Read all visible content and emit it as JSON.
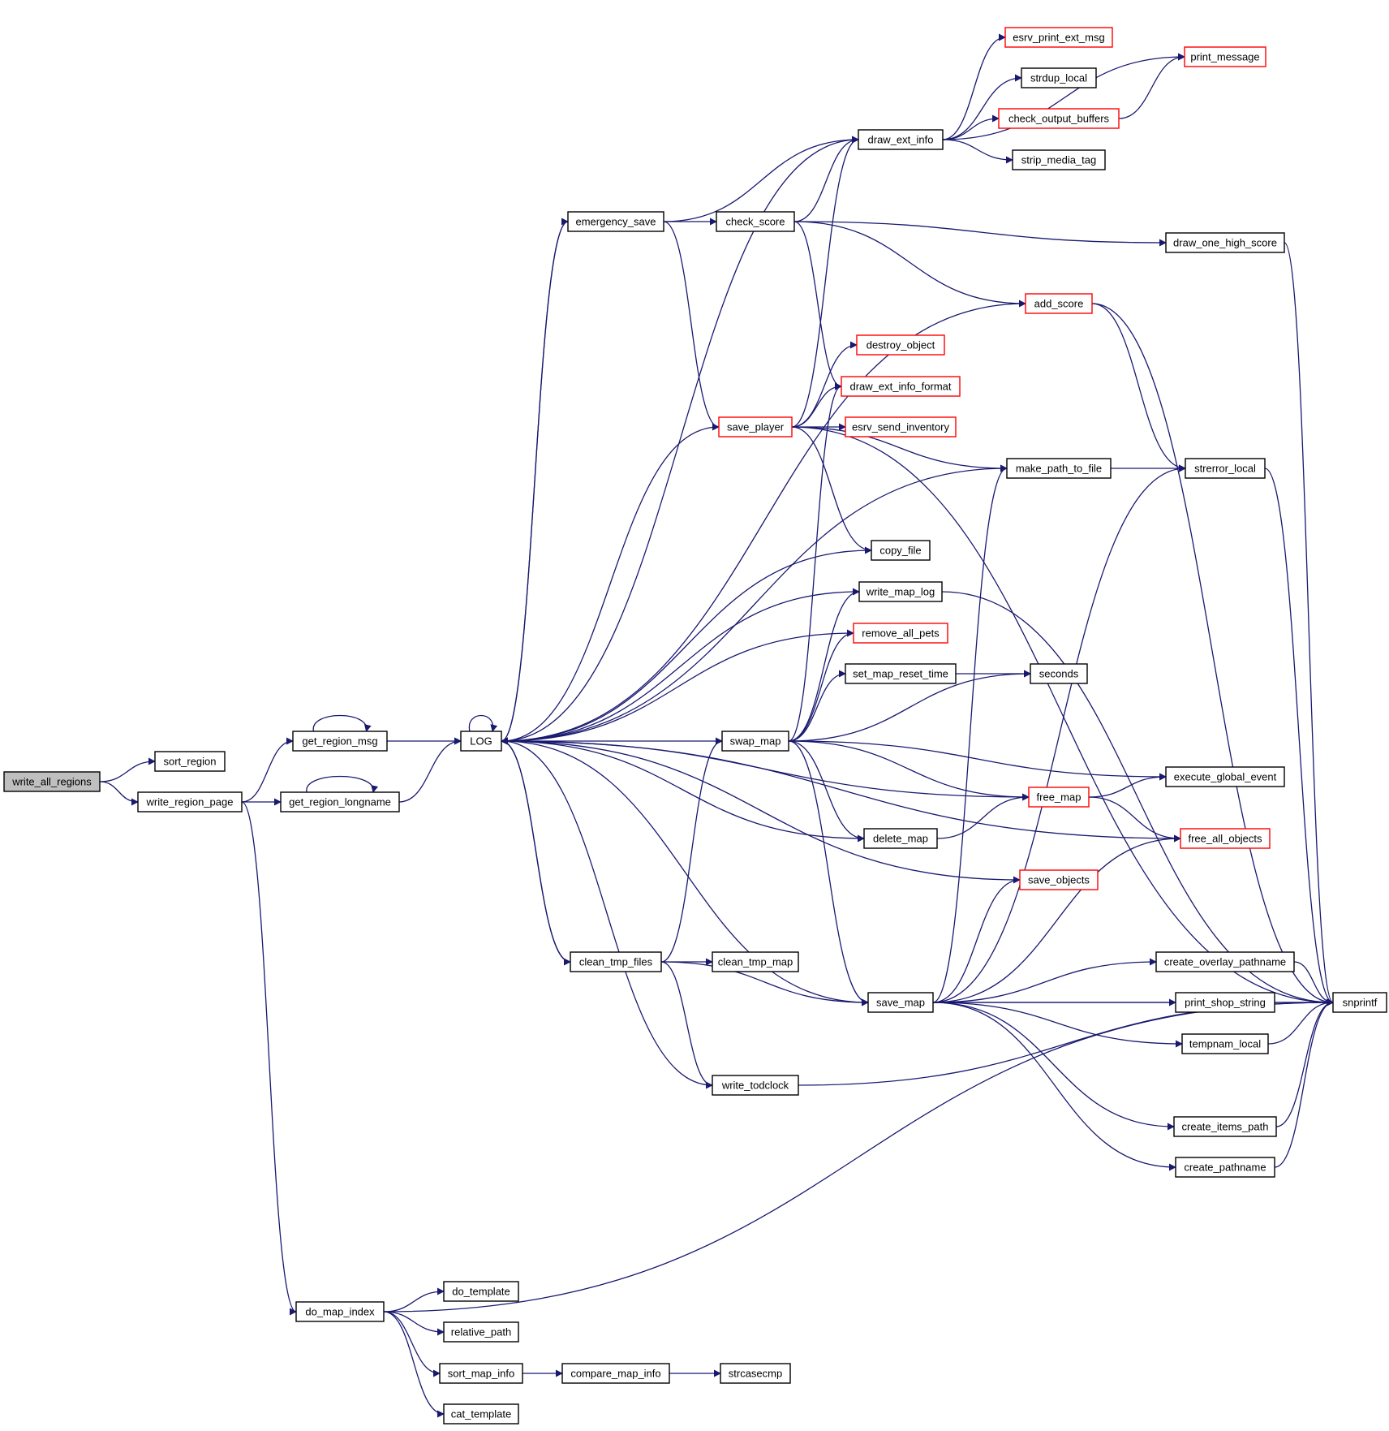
{
  "graph": {
    "colors": {
      "edge": "#191970",
      "arrowhead": "#191970",
      "node_border": "#000000",
      "node_border_truncated": "#ff0000",
      "root_fill": "#bfbfbf",
      "node_fill": "#ffffff"
    },
    "nodes": [
      {
        "id": "write_all_regions",
        "label": "write_all_regions",
        "root": true
      },
      {
        "id": "sort_region",
        "label": "sort_region"
      },
      {
        "id": "write_region_page",
        "label": "write_region_page"
      },
      {
        "id": "get_region_msg",
        "label": "get_region_msg"
      },
      {
        "id": "get_region_longname",
        "label": "get_region_longname"
      },
      {
        "id": "LOG",
        "label": "LOG"
      },
      {
        "id": "emergency_save",
        "label": "emergency_save"
      },
      {
        "id": "check_score",
        "label": "check_score"
      },
      {
        "id": "draw_ext_info",
        "label": "draw_ext_info"
      },
      {
        "id": "esrv_print_ext_msg",
        "label": "esrv_print_ext_msg",
        "truncated": true
      },
      {
        "id": "print_message",
        "label": "print_message",
        "truncated": true
      },
      {
        "id": "strdup_local",
        "label": "strdup_local"
      },
      {
        "id": "check_output_buffers",
        "label": "check_output_buffers",
        "truncated": true
      },
      {
        "id": "strip_media_tag",
        "label": "strip_media_tag"
      },
      {
        "id": "draw_one_high_score",
        "label": "draw_one_high_score"
      },
      {
        "id": "add_score",
        "label": "add_score",
        "truncated": true
      },
      {
        "id": "destroy_object",
        "label": "destroy_object",
        "truncated": true
      },
      {
        "id": "draw_ext_info_format",
        "label": "draw_ext_info_format",
        "truncated": true
      },
      {
        "id": "save_player",
        "label": "save_player",
        "truncated": true
      },
      {
        "id": "esrv_send_inventory",
        "label": "esrv_send_inventory",
        "truncated": true
      },
      {
        "id": "make_path_to_file",
        "label": "make_path_to_file"
      },
      {
        "id": "strerror_local",
        "label": "strerror_local"
      },
      {
        "id": "copy_file",
        "label": "copy_file"
      },
      {
        "id": "write_map_log",
        "label": "write_map_log"
      },
      {
        "id": "remove_all_pets",
        "label": "remove_all_pets",
        "truncated": true
      },
      {
        "id": "set_map_reset_time",
        "label": "set_map_reset_time"
      },
      {
        "id": "seconds",
        "label": "seconds"
      },
      {
        "id": "swap_map",
        "label": "swap_map"
      },
      {
        "id": "execute_global_event",
        "label": "execute_global_event"
      },
      {
        "id": "free_map",
        "label": "free_map",
        "truncated": true
      },
      {
        "id": "delete_map",
        "label": "delete_map"
      },
      {
        "id": "free_all_objects",
        "label": "free_all_objects",
        "truncated": true
      },
      {
        "id": "save_objects",
        "label": "save_objects",
        "truncated": true
      },
      {
        "id": "clean_tmp_files",
        "label": "clean_tmp_files"
      },
      {
        "id": "clean_tmp_map",
        "label": "clean_tmp_map"
      },
      {
        "id": "create_overlay_pathname",
        "label": "create_overlay_pathname"
      },
      {
        "id": "save_map",
        "label": "save_map"
      },
      {
        "id": "print_shop_string",
        "label": "print_shop_string"
      },
      {
        "id": "snprintf",
        "label": "snprintf"
      },
      {
        "id": "tempnam_local",
        "label": "tempnam_local"
      },
      {
        "id": "write_todclock",
        "label": "write_todclock"
      },
      {
        "id": "create_items_path",
        "label": "create_items_path"
      },
      {
        "id": "create_pathname",
        "label": "create_pathname"
      },
      {
        "id": "do_map_index",
        "label": "do_map_index"
      },
      {
        "id": "do_template",
        "label": "do_template"
      },
      {
        "id": "relative_path",
        "label": "relative_path"
      },
      {
        "id": "sort_map_info",
        "label": "sort_map_info"
      },
      {
        "id": "compare_map_info",
        "label": "compare_map_info"
      },
      {
        "id": "strcasecmp",
        "label": "strcasecmp"
      },
      {
        "id": "cat_template",
        "label": "cat_template"
      }
    ],
    "edges": [
      [
        "write_all_regions",
        "sort_region"
      ],
      [
        "write_all_regions",
        "write_region_page"
      ],
      [
        "write_region_page",
        "get_region_msg"
      ],
      [
        "write_region_page",
        "get_region_longname"
      ],
      [
        "write_region_page",
        "do_map_index"
      ],
      [
        "get_region_msg",
        "get_region_msg"
      ],
      [
        "get_region_msg",
        "LOG"
      ],
      [
        "get_region_longname",
        "get_region_longname"
      ],
      [
        "get_region_longname",
        "LOG"
      ],
      [
        "LOG",
        "LOG"
      ],
      [
        "LOG",
        "emergency_save"
      ],
      [
        "LOG",
        "clean_tmp_files"
      ],
      [
        "emergency_save",
        "LOG"
      ],
      [
        "emergency_save",
        "check_score"
      ],
      [
        "emergency_save",
        "draw_ext_info"
      ],
      [
        "emergency_save",
        "save_player"
      ],
      [
        "check_score",
        "draw_ext_info"
      ],
      [
        "check_score",
        "draw_one_high_score"
      ],
      [
        "check_score",
        "add_score"
      ],
      [
        "check_score",
        "draw_ext_info_format"
      ],
      [
        "draw_ext_info",
        "LOG"
      ],
      [
        "draw_ext_info",
        "esrv_print_ext_msg"
      ],
      [
        "draw_ext_info",
        "print_message"
      ],
      [
        "draw_ext_info",
        "strdup_local"
      ],
      [
        "draw_ext_info",
        "check_output_buffers"
      ],
      [
        "draw_ext_info",
        "strip_media_tag"
      ],
      [
        "check_output_buffers",
        "print_message"
      ],
      [
        "draw_one_high_score",
        "snprintf"
      ],
      [
        "add_score",
        "LOG"
      ],
      [
        "add_score",
        "strerror_local"
      ],
      [
        "add_score",
        "snprintf"
      ],
      [
        "save_player",
        "LOG"
      ],
      [
        "save_player",
        "draw_ext_info"
      ],
      [
        "save_player",
        "destroy_object"
      ],
      [
        "save_player",
        "draw_ext_info_format"
      ],
      [
        "save_player",
        "esrv_send_inventory"
      ],
      [
        "save_player",
        "make_path_to_file"
      ],
      [
        "save_player",
        "copy_file"
      ],
      [
        "save_player",
        "snprintf"
      ],
      [
        "make_path_to_file",
        "LOG"
      ],
      [
        "make_path_to_file",
        "strerror_local"
      ],
      [
        "strerror_local",
        "snprintf"
      ],
      [
        "copy_file",
        "LOG"
      ],
      [
        "write_map_log",
        "LOG"
      ],
      [
        "write_map_log",
        "snprintf"
      ],
      [
        "swap_map",
        "LOG"
      ],
      [
        "swap_map",
        "draw_ext_info_format"
      ],
      [
        "swap_map",
        "write_map_log"
      ],
      [
        "swap_map",
        "remove_all_pets"
      ],
      [
        "swap_map",
        "set_map_reset_time"
      ],
      [
        "swap_map",
        "seconds"
      ],
      [
        "swap_map",
        "execute_global_event"
      ],
      [
        "swap_map",
        "free_map"
      ],
      [
        "swap_map",
        "delete_map"
      ],
      [
        "swap_map",
        "save_map"
      ],
      [
        "set_map_reset_time",
        "seconds"
      ],
      [
        "remove_all_pets",
        "LOG"
      ],
      [
        "free_map",
        "LOG"
      ],
      [
        "free_map",
        "execute_global_event"
      ],
      [
        "free_map",
        "free_all_objects"
      ],
      [
        "delete_map",
        "LOG"
      ],
      [
        "delete_map",
        "free_map"
      ],
      [
        "free_all_objects",
        "LOG"
      ],
      [
        "save_objects",
        "LOG"
      ],
      [
        "clean_tmp_files",
        "LOG"
      ],
      [
        "clean_tmp_files",
        "swap_map"
      ],
      [
        "clean_tmp_files",
        "clean_tmp_map"
      ],
      [
        "clean_tmp_files",
        "save_map"
      ],
      [
        "clean_tmp_files",
        "write_todclock"
      ],
      [
        "save_map",
        "LOG"
      ],
      [
        "save_map",
        "make_path_to_file"
      ],
      [
        "save_map",
        "strerror_local"
      ],
      [
        "save_map",
        "save_objects"
      ],
      [
        "save_map",
        "free_all_objects"
      ],
      [
        "save_map",
        "create_overlay_pathname"
      ],
      [
        "save_map",
        "print_shop_string"
      ],
      [
        "save_map",
        "tempnam_local"
      ],
      [
        "save_map",
        "snprintf"
      ],
      [
        "save_map",
        "create_items_path"
      ],
      [
        "save_map",
        "create_pathname"
      ],
      [
        "create_overlay_pathname",
        "snprintf"
      ],
      [
        "print_shop_string",
        "snprintf"
      ],
      [
        "tempnam_local",
        "snprintf"
      ],
      [
        "create_items_path",
        "snprintf"
      ],
      [
        "create_pathname",
        "snprintf"
      ],
      [
        "write_todclock",
        "LOG"
      ],
      [
        "write_todclock",
        "snprintf"
      ],
      [
        "do_map_index",
        "do_template"
      ],
      [
        "do_map_index",
        "relative_path"
      ],
      [
        "do_map_index",
        "sort_map_info"
      ],
      [
        "do_map_index",
        "cat_template"
      ],
      [
        "do_map_index",
        "snprintf"
      ],
      [
        "sort_map_info",
        "compare_map_info"
      ],
      [
        "compare_map_info",
        "strcasecmp"
      ]
    ]
  }
}
